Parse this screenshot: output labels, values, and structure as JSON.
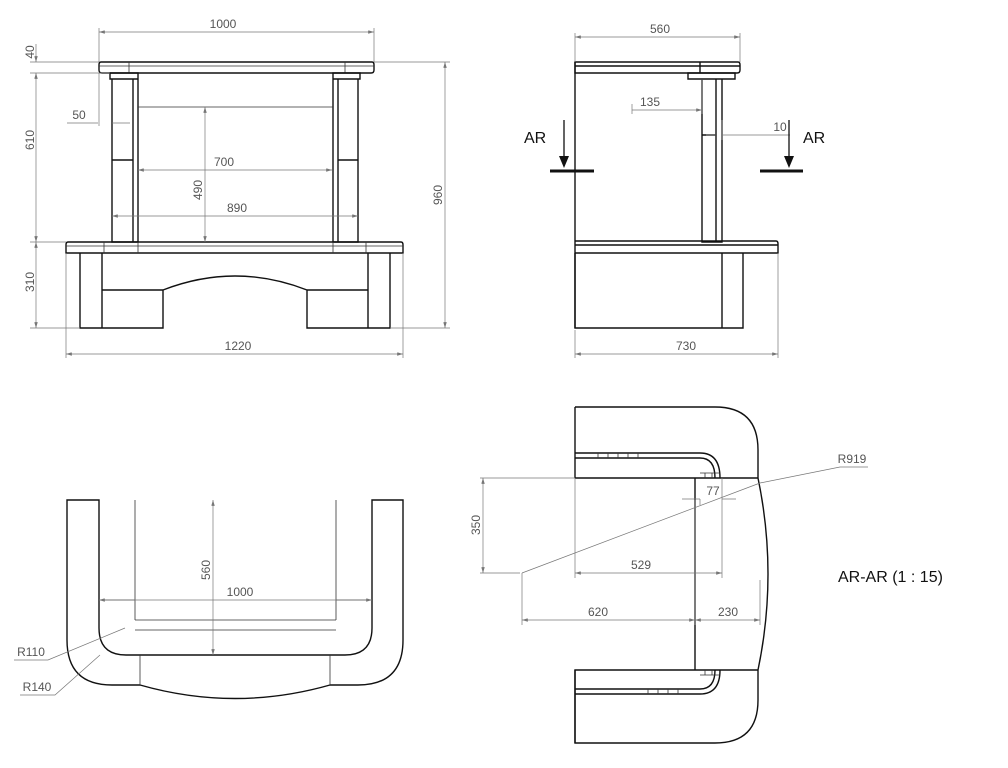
{
  "front_view": {
    "dims": {
      "width_top": "1000",
      "top_thickness": "40",
      "upper_height": "610",
      "base_height": "310",
      "total_height": "960",
      "total_width": "1220",
      "offset": "50",
      "opening_width": "700",
      "opening_height": "490",
      "pillar_span": "890"
    }
  },
  "side_view": {
    "dims": {
      "depth_top": "560",
      "pillar_offset": "135",
      "gap": "10",
      "base_depth": "730"
    },
    "section_marker_left": "AR",
    "section_marker_right": "AR"
  },
  "top_view": {
    "dims": {
      "depth": "560",
      "width": "1000",
      "radius_inner": "R110",
      "radius_outer": "R140"
    }
  },
  "section_view": {
    "title": "AR-AR (1 : 15)",
    "dims": {
      "radius": "R919",
      "height": "350",
      "inner": "529",
      "offset": "620",
      "front": "230",
      "edge": "77"
    }
  }
}
